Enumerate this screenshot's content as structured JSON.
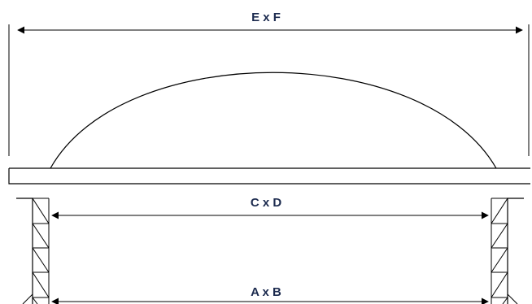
{
  "dimensions": {
    "outer": "E x F",
    "inner": "C x D",
    "base": "A x B"
  },
  "colors": {
    "label": "#1b2a4e",
    "line": "#000000"
  }
}
